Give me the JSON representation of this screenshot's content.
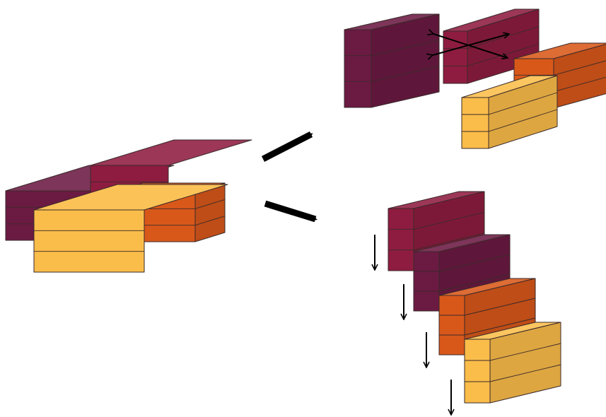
{
  "colors": {
    "purple": "#6b1a42",
    "crimson": "#8e1c40",
    "orange": "#d8581a",
    "yellow": "#fbbd4a",
    "arrow": "#000000",
    "outline": "#3a2a2a"
  },
  "icons": {
    "main_arrow": "bold-right-arrow",
    "axis_arrows": "double-headed-cross-arrows",
    "stack_arrows": "down-arrow"
  },
  "composite_block": {
    "segments": [
      "purple",
      "crimson",
      "yellow",
      "orange"
    ],
    "layers": 3
  },
  "split_horizontal": {
    "blocks": [
      "purple",
      "crimson",
      "orange",
      "yellow"
    ],
    "layers": 3
  },
  "split_vertical": {
    "blocks": [
      "crimson",
      "purple",
      "orange",
      "yellow"
    ],
    "layers": 3
  }
}
